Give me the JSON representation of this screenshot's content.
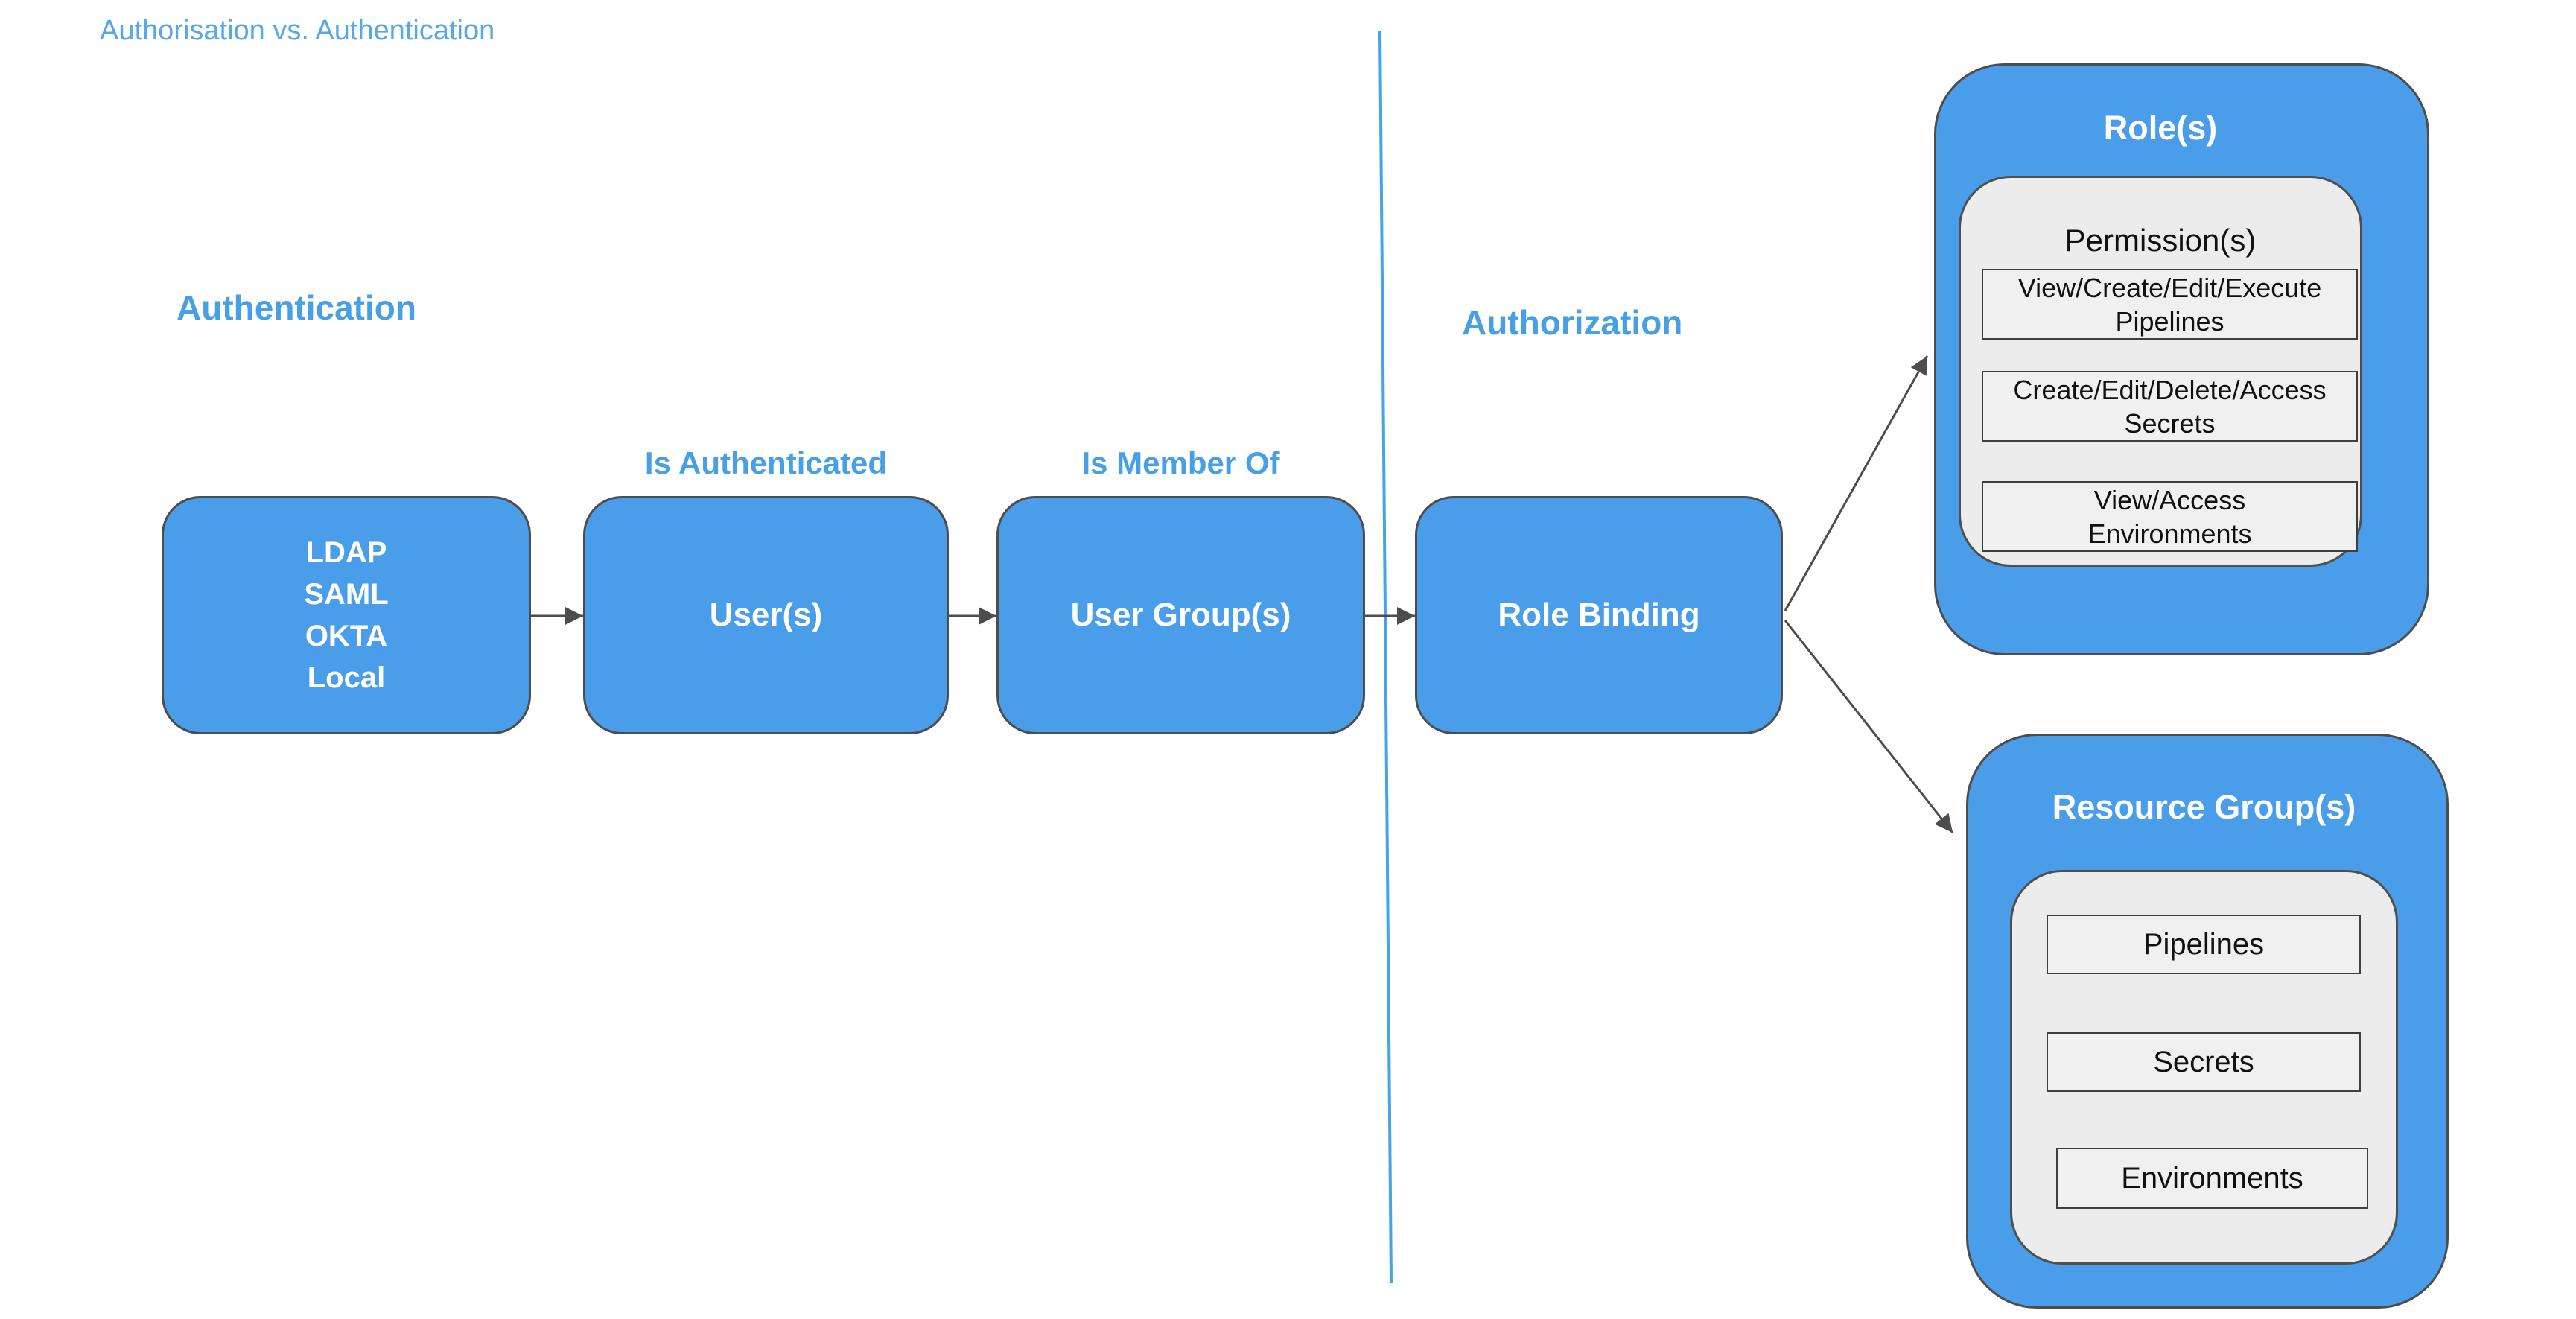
{
  "title": "Authorisation vs. Authentication",
  "sections": {
    "authentication": {
      "heading": "Authentication"
    },
    "authorization": {
      "heading": "Authorization"
    }
  },
  "flow": {
    "identity_providers": {
      "lines": [
        "LDAP",
        "SAML",
        "OKTA",
        "Local"
      ]
    },
    "users": {
      "label": "User(s)",
      "annotation": "Is Authenticated"
    },
    "user_groups": {
      "label": "User Group(s)",
      "annotation": "Is Member Of"
    },
    "role_binding": {
      "label": "Role Binding"
    }
  },
  "roles": {
    "title": "Role(s)",
    "permissions": {
      "title": "Permission(s)",
      "items": [
        {
          "line1": "View/Create/Edit/Execute",
          "line2": "Pipelines"
        },
        {
          "line1": "Create/Edit/Delete/Access",
          "line2": "Secrets"
        },
        {
          "line1": "View/Access",
          "line2": "Environments"
        }
      ]
    }
  },
  "resource_groups": {
    "title": "Resource Group(s)",
    "items": [
      "Pipelines",
      "Secrets",
      "Environments"
    ]
  },
  "colors": {
    "node_fill": "#4A9DE8",
    "node_border": "#4D4D4D",
    "heading_text": "#47A0E6",
    "title_text": "#57A9E5",
    "divider": "#45A3E8",
    "inner_panel_fill": "#ECECEC",
    "item_box_fill": "#F0F0F0",
    "item_border": "#3F3F3F",
    "arrow": "#4D4D4D",
    "node_text": "#FFFFFF",
    "item_text": "#111111"
  }
}
